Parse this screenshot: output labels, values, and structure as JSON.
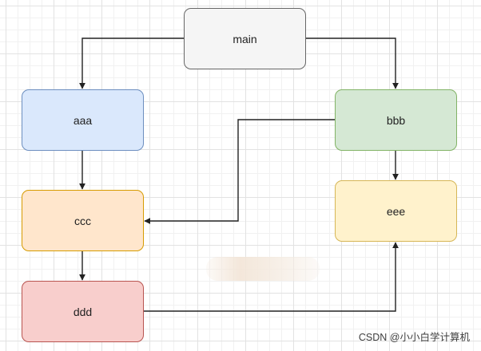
{
  "nodes": [
    {
      "id": "main",
      "label": "main",
      "fill": "#f5f5f5",
      "stroke": "#666666"
    },
    {
      "id": "aaa",
      "label": "aaa",
      "fill": "#dae8fc",
      "stroke": "#6c8ebf"
    },
    {
      "id": "bbb",
      "label": "bbb",
      "fill": "#d5e8d4",
      "stroke": "#82b366"
    },
    {
      "id": "ccc",
      "label": "ccc",
      "fill": "#ffe6cc",
      "stroke": "#d79b00"
    },
    {
      "id": "eee",
      "label": "eee",
      "fill": "#fff2cc",
      "stroke": "#d6b656"
    },
    {
      "id": "ddd",
      "label": "ddd",
      "fill": "#f8cecc",
      "stroke": "#b85450"
    }
  ],
  "edges": [
    {
      "from": "main",
      "to": "aaa"
    },
    {
      "from": "main",
      "to": "bbb"
    },
    {
      "from": "aaa",
      "to": "ccc"
    },
    {
      "from": "bbb",
      "to": "eee"
    },
    {
      "from": "bbb",
      "to": "ccc"
    },
    {
      "from": "ccc",
      "to": "ddd"
    },
    {
      "from": "ddd",
      "to": "eee"
    }
  ],
  "edge_color": "#222222",
  "watermark": "CSDN @小小白学计算机"
}
